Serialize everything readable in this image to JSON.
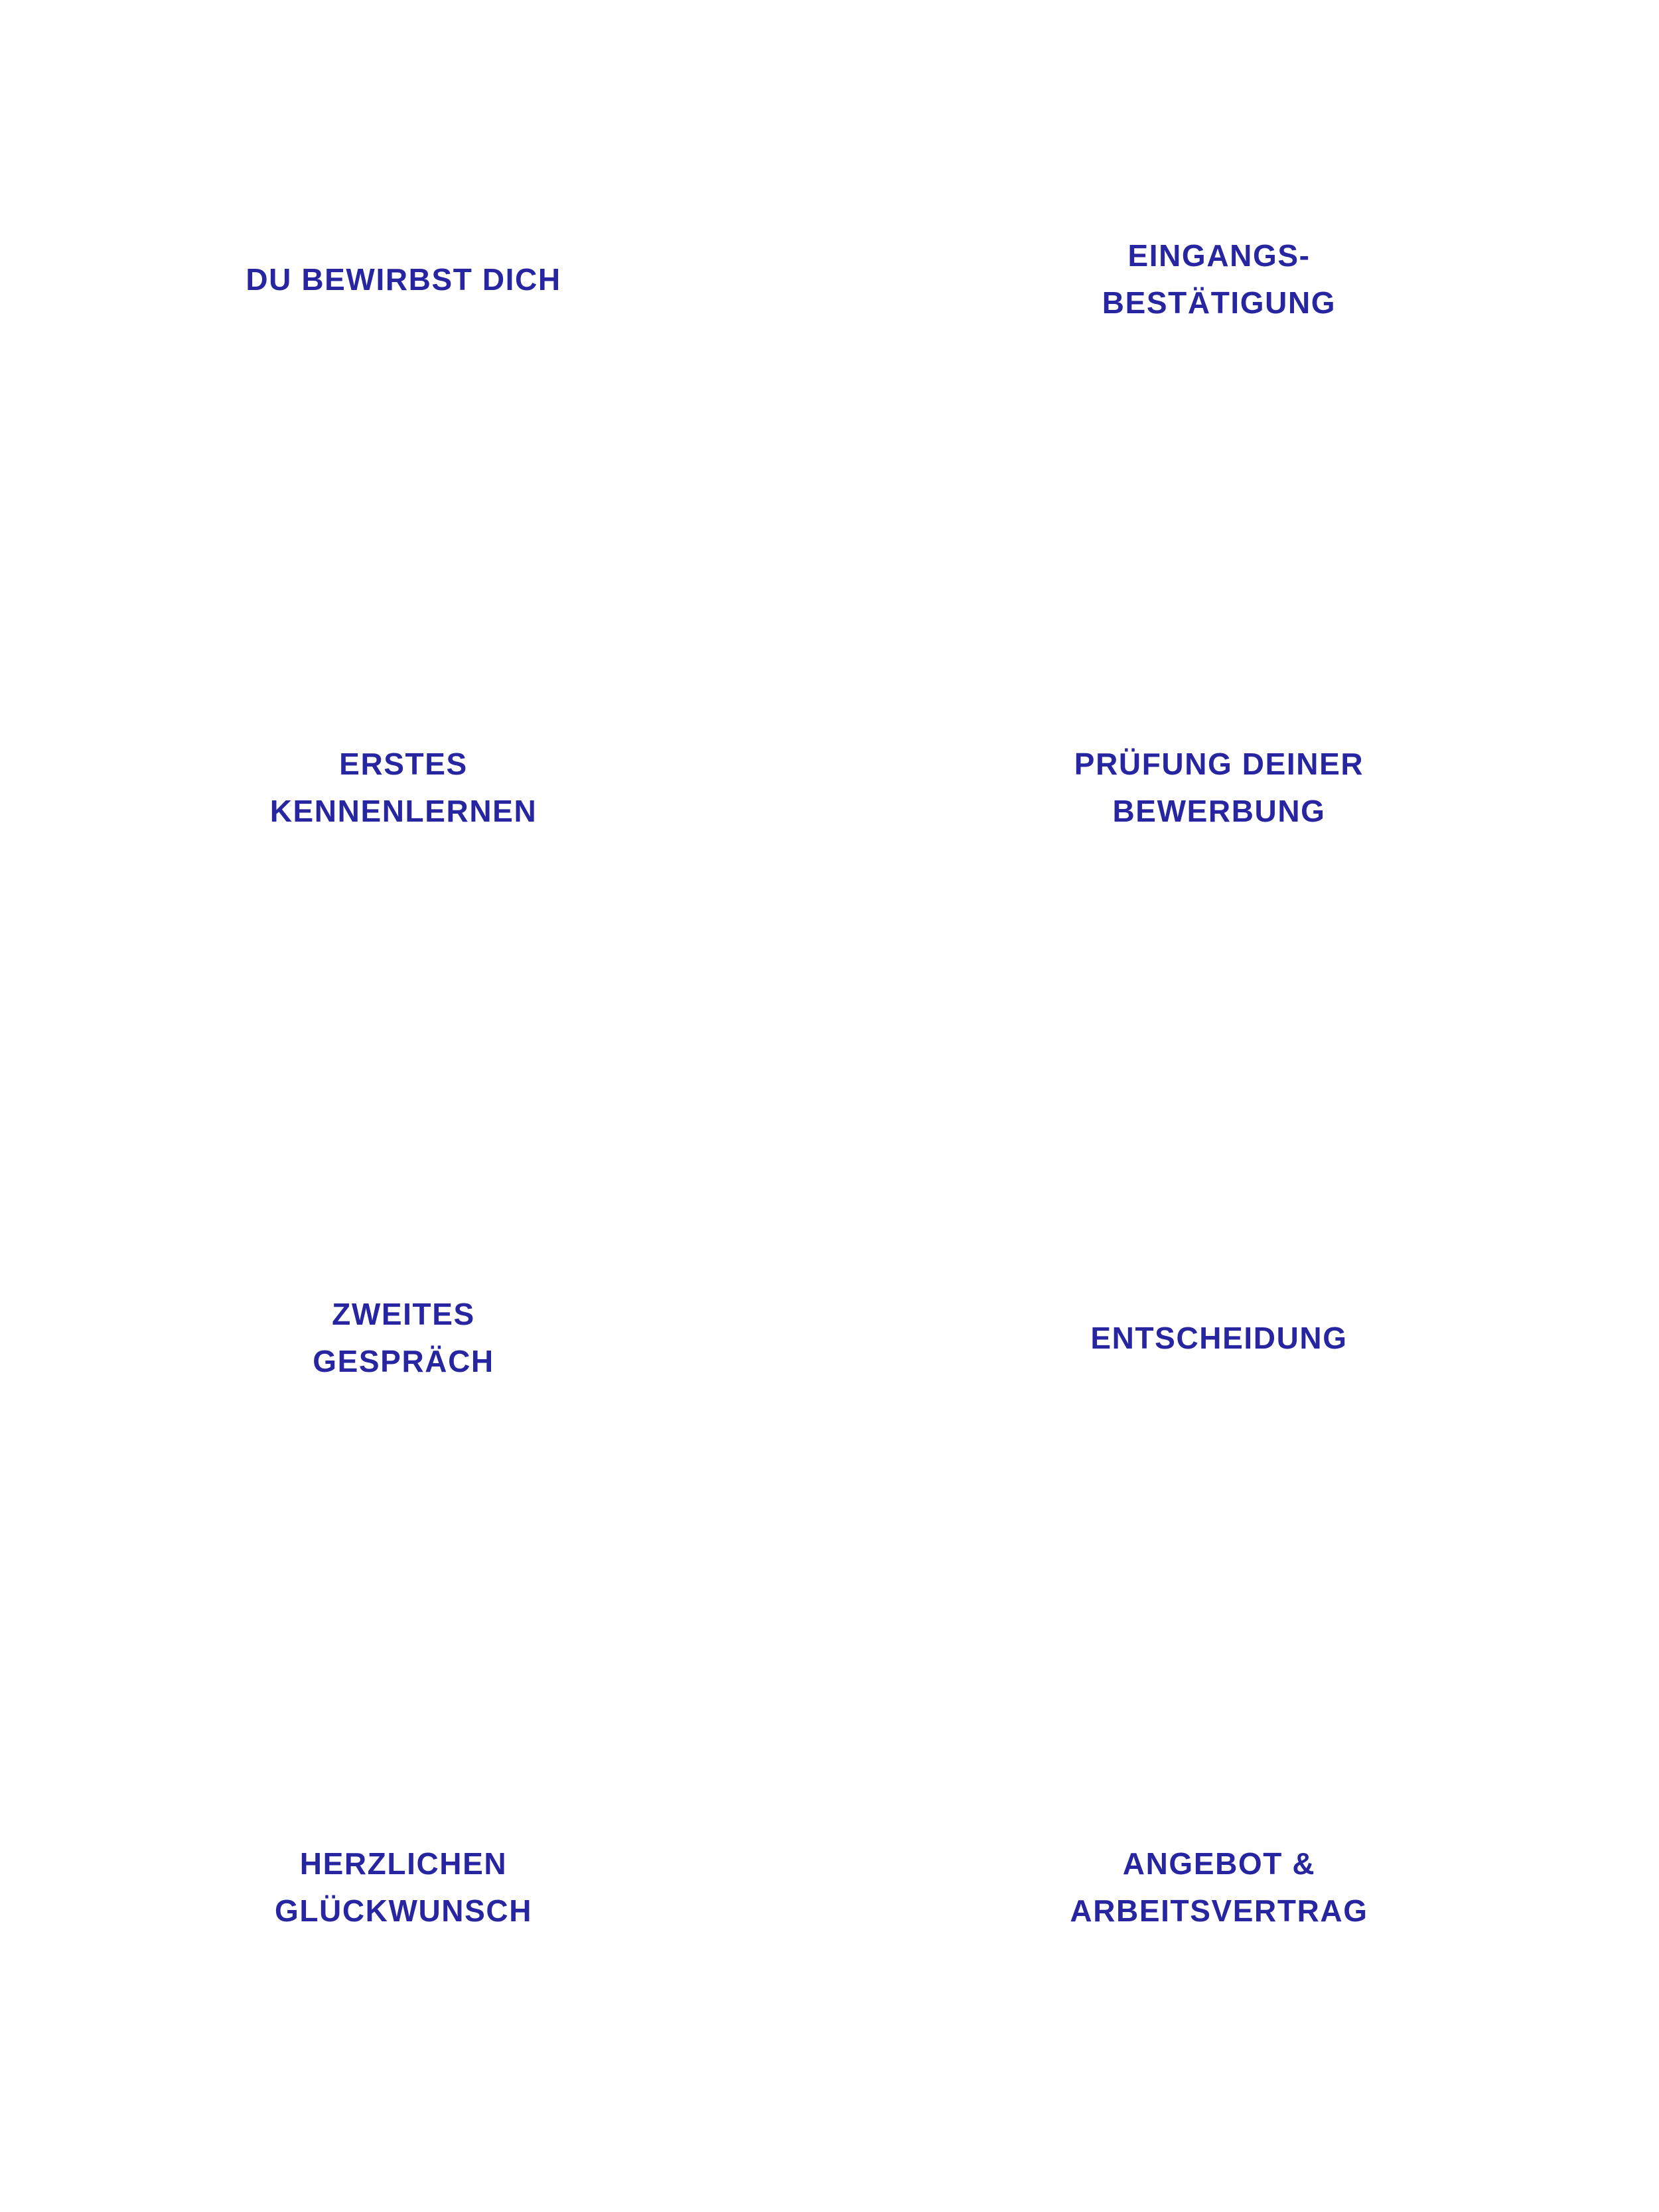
{
  "theme": {
    "background": "#ffffff",
    "text_color": "#2725A0"
  },
  "process": {
    "steps": [
      {
        "id": "step-1",
        "column": "left",
        "row": 1,
        "label": "DU BEWIRBST DICH"
      },
      {
        "id": "step-2",
        "column": "right",
        "row": 1,
        "label": "EINGANGS-\nBESTÄTIGUNG"
      },
      {
        "id": "step-3",
        "column": "left",
        "row": 2,
        "label": "ERSTES\nKENNENLERNEN"
      },
      {
        "id": "step-4",
        "column": "right",
        "row": 2,
        "label": "PRÜFUNG DEINER\nBEWERBUNG"
      },
      {
        "id": "step-5",
        "column": "left",
        "row": 3,
        "label": "ZWEITES\nGESPRÄCH"
      },
      {
        "id": "step-6",
        "column": "right",
        "row": 3,
        "label": "ENTSCHEIDUNG"
      },
      {
        "id": "step-7",
        "column": "left",
        "row": 4,
        "label": "HERZLICHEN\nGLÜCKWUNSCH"
      },
      {
        "id": "step-8",
        "column": "right",
        "row": 4,
        "label": "ANGEBOT &\nARBEITSVERTRAG"
      }
    ]
  }
}
